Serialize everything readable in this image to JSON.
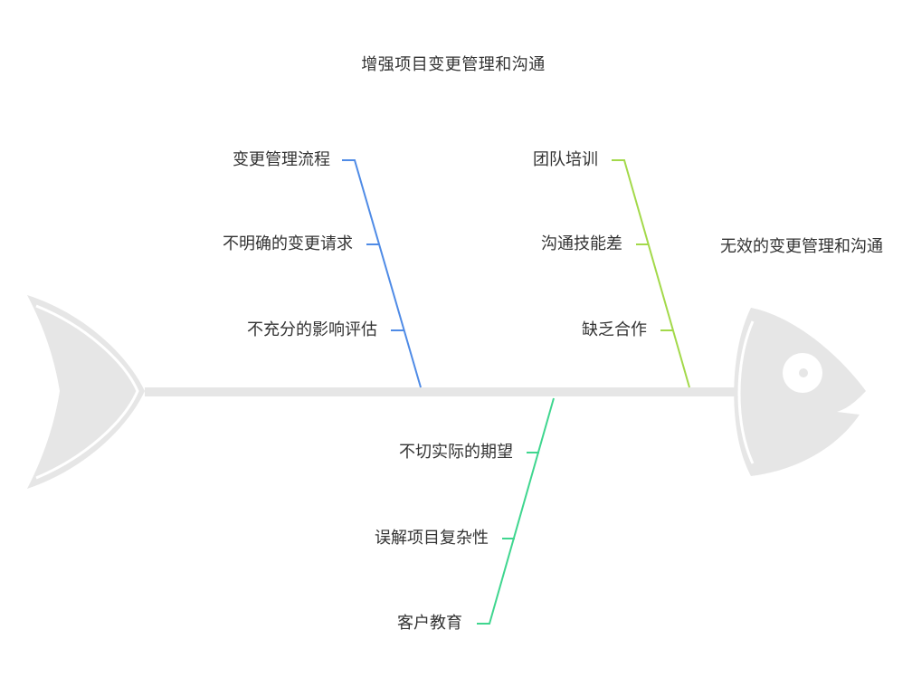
{
  "title": "增强项目变更管理和沟通",
  "effect": "无效的变更管理和沟通",
  "colors": {
    "bone_blue": "#4f8be6",
    "bone_lime": "#a3d94a",
    "bone_green": "#3fd68f",
    "fish_body": "#e6e6e6",
    "text": "#333333",
    "background": "#ffffff"
  },
  "branches": [
    {
      "color": "#4f8be6",
      "causes": [
        "变更管理流程",
        "不明确的变更请求",
        "不充分的影响评估"
      ]
    },
    {
      "color": "#a3d94a",
      "causes": [
        "团队培训",
        "沟通技能差",
        "缺乏合作"
      ]
    },
    {
      "color": "#3fd68f",
      "causes": [
        "不切实际的期望",
        "误解项目复杂性",
        "客户教育"
      ]
    }
  ]
}
